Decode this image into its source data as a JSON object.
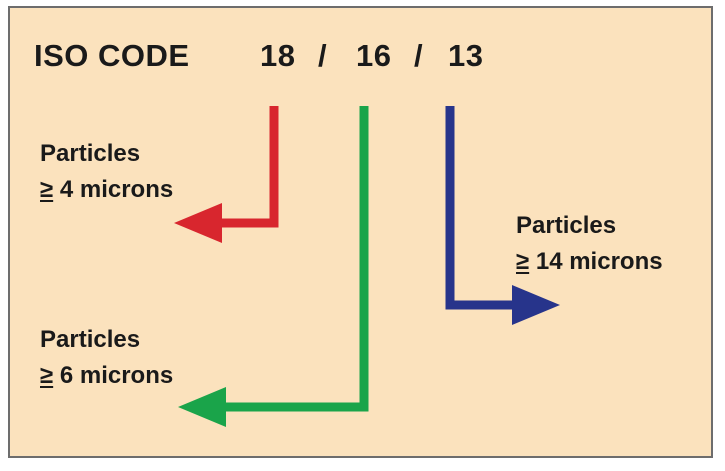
{
  "header": {
    "label": "ISO CODE",
    "code_1": "18",
    "sep_1": "/",
    "code_2": "16",
    "sep_2": "/",
    "code_3": "13"
  },
  "annotations": {
    "red": {
      "line1": "Particles",
      "symbol": "≥",
      "size": "4 microns",
      "color": "#d8262e"
    },
    "green": {
      "line1": "Particles",
      "symbol": "≥",
      "size": "6 microns",
      "color": "#1aa44a"
    },
    "blue": {
      "line1": "Particles",
      "symbol": "≥",
      "size": "14 microns",
      "color": "#27348b"
    }
  },
  "colors": {
    "background": "#fbe2bd",
    "border": "#6d6d6d",
    "text": "#1a1a1a"
  }
}
